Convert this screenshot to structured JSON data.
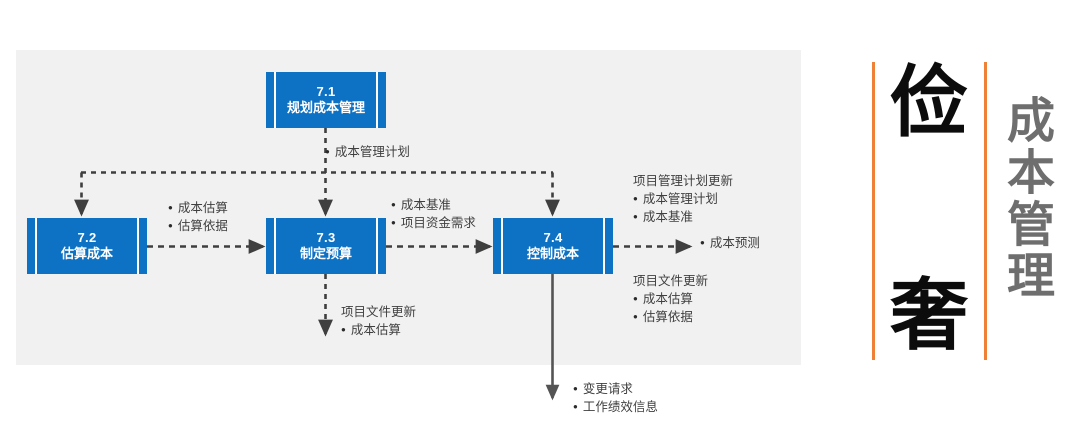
{
  "diagram": {
    "title_hidden": "",
    "boxes": [
      {
        "id": "7.1",
        "number": "7.1",
        "name": "规划成本管理"
      },
      {
        "id": "7.2",
        "number": "7.2",
        "name": "估算成本"
      },
      {
        "id": "7.3",
        "number": "7.3",
        "name": "制定预算"
      },
      {
        "id": "7.4",
        "number": "7.4",
        "name": "控制成本"
      }
    ],
    "annotations": {
      "plan": {
        "items": [
          "成本管理计划"
        ]
      },
      "estimate": {
        "items": [
          "成本估算",
          "估算依据"
        ]
      },
      "baseline": {
        "items": [
          "成本基准",
          "项目资金需求"
        ]
      },
      "pm_plan_updates": {
        "header": "项目管理计划更新",
        "items": [
          "成本管理计划",
          "成本基准"
        ]
      },
      "forecast": {
        "items": [
          "成本预测"
        ]
      },
      "doc_updates_right": {
        "header": "项目文件更新",
        "items": [
          "成本估算",
          "估算依据"
        ]
      },
      "doc_updates_mid": {
        "header": "项目文件更新",
        "items": [
          "成本估算"
        ]
      },
      "bottom_outputs": {
        "items": [
          "变更请求",
          "工作绩效信息"
        ]
      }
    },
    "colors": {
      "box_blue": "#0d71c4",
      "panel_gray": "#f1f1f1",
      "connector_gray": "#3f3f3f",
      "accent_orange": "#ef8136",
      "title_gray": "#6e6e6e"
    }
  },
  "right_panel": {
    "char_top": "俭",
    "char_bottom": "奢",
    "vertical_title": [
      "成",
      "本",
      "管",
      "理"
    ]
  }
}
